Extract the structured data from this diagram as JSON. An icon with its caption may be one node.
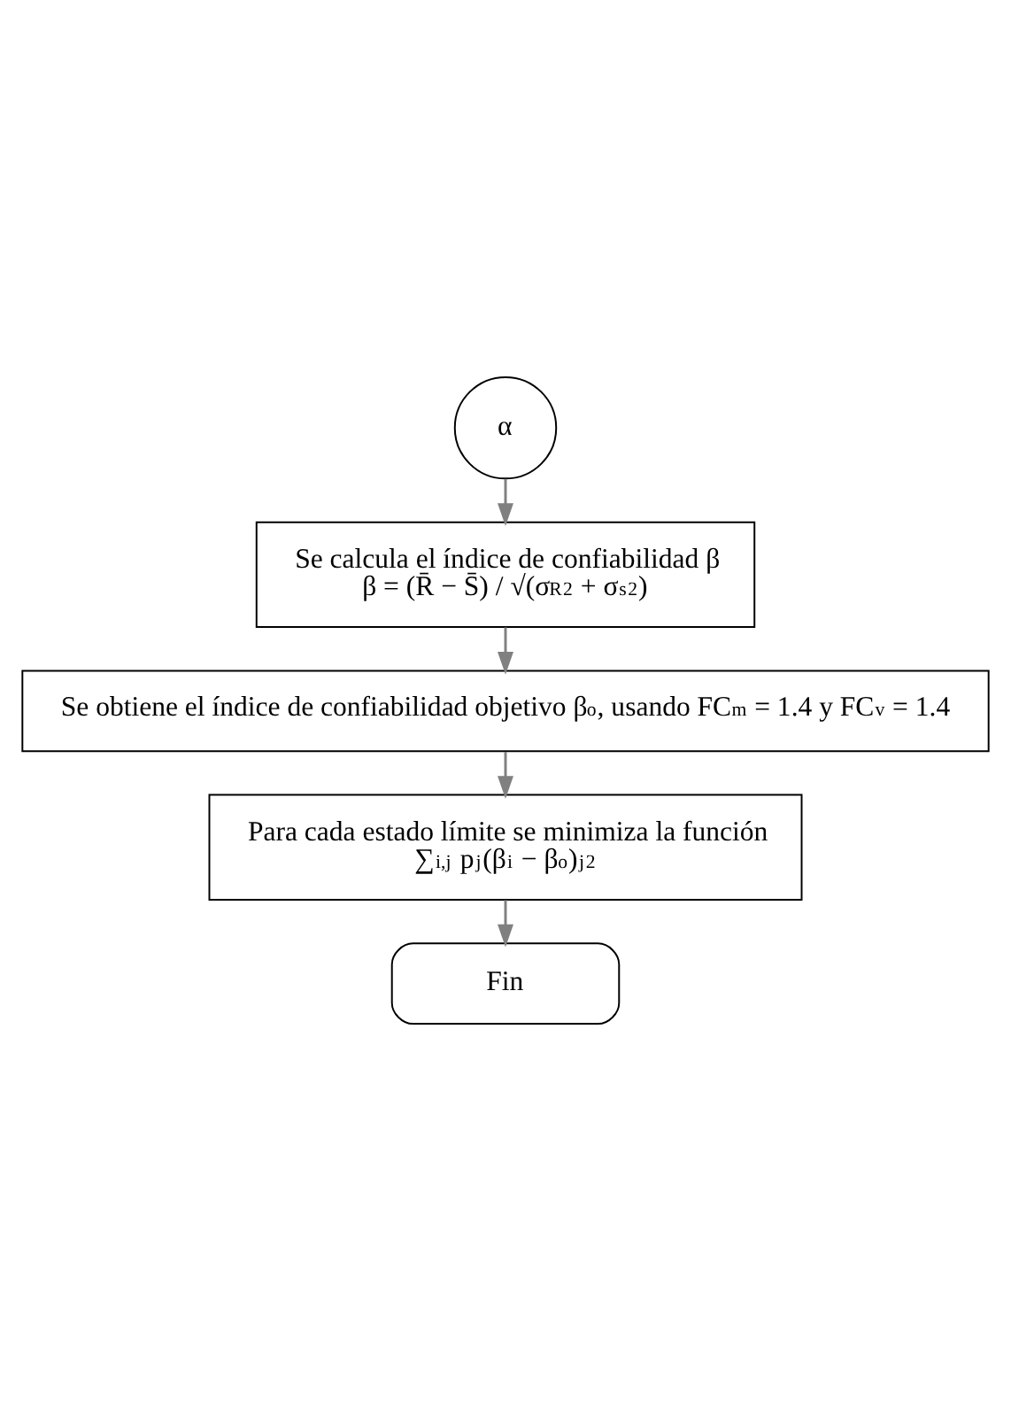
{
  "diagram": {
    "nodes": [
      {
        "text": [
          "α"
        ]
      },
      {
        "text": [
          "Se calcula el índice de confiabilidad β",
          "β = (R̄ − S̄) / √(σ$_{R}$$^{2}$ + σ$_{s}$$^{2}$)"
        ]
      },
      {
        "text": [
          "Se obtiene el índice de confiabilidad objetivo β$_{o}$, usando FC$_{m}$ = 1.4 y FC$_{v}$ = 1.4"
        ]
      },
      {
        "text": [
          "Para cada estado límite se minimiza la función",
          "∑$_{i,j}$ p$_{j}$(β$_{i}$ − β$_{o}$)$_{j}$$^{2}$"
        ]
      },
      {
        "text": [
          "Fin"
        ]
      }
    ],
    "edges": [
      {
        "from": 0,
        "to": 1,
        "arrow": "to"
      },
      {
        "from": 1,
        "to": 2,
        "arrow": "to"
      },
      {
        "from": 2,
        "to": 3,
        "arrow": "to"
      },
      {
        "from": 3,
        "to": 4,
        "arrow": "to"
      }
    ]
  }
}
